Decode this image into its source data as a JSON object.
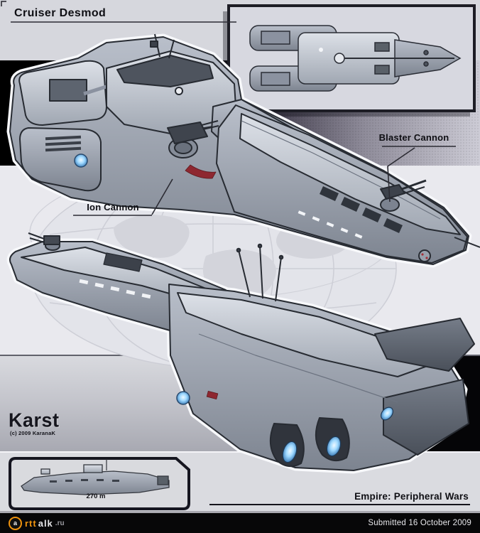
{
  "title": {
    "text": "Cruiser Desmod"
  },
  "callouts": {
    "blaster_cannon": "Blaster Cannon",
    "ion_cannon": "Ion Cannon"
  },
  "side_view_inset": {
    "scale_label": "270 m"
  },
  "artist_stamp": {
    "name": "Karst",
    "copyright": "(c) 2009 KaranaK"
  },
  "faction_line": {
    "text": "Empire: Peripheral Wars"
  },
  "footer_bar": {
    "site_letter": "a",
    "site_orange": "rtt",
    "site_white": "alk",
    "site_tld": ".ru",
    "submitted": "Submitted 16 October 2009"
  },
  "colors": {
    "engine_glow": "#9fd9ff",
    "accent_red": "#8e2730",
    "logo_orange": "#ef930e",
    "band_black": "#050507",
    "background_light": "#d6d7dd"
  }
}
